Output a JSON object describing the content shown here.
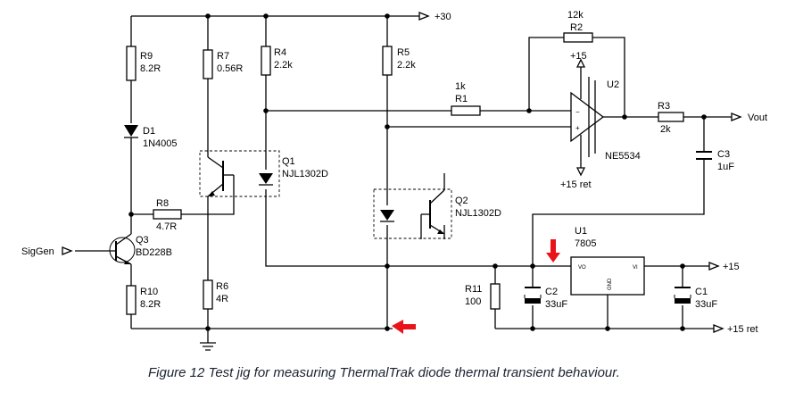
{
  "caption": "Figure 12  Test jig for measuring ThermalTrak diode thermal transient behaviour.",
  "nets": {
    "plus30": "+30",
    "plus15_amp": "+15",
    "ret15_amp": "+15 ret",
    "plus15_out": "+15",
    "ret15_out": "+15 ret",
    "vout": "Vout",
    "siggen": "SigGen"
  },
  "components": {
    "R9": {
      "ref": "R9",
      "value": "8.2R"
    },
    "R7": {
      "ref": "R7",
      "value": "0.56R"
    },
    "R4": {
      "ref": "R4",
      "value": "2.2k"
    },
    "R5": {
      "ref": "R5",
      "value": "2.2k"
    },
    "R1": {
      "ref": "R1",
      "value": "1k"
    },
    "R2": {
      "ref": "R2",
      "value": "12k"
    },
    "R3": {
      "ref": "R3",
      "value": "2k"
    },
    "R8": {
      "ref": "R8",
      "value": "4.7R"
    },
    "R6": {
      "ref": "R6",
      "value": "4R"
    },
    "R10": {
      "ref": "R10",
      "value": "8.2R"
    },
    "R11": {
      "ref": "R11",
      "value": "100"
    },
    "D1": {
      "ref": "D1",
      "value": "1N4005"
    },
    "Q1": {
      "ref": "Q1",
      "value": "NJL1302D"
    },
    "Q2": {
      "ref": "Q2",
      "value": "NJL1302D"
    },
    "Q3": {
      "ref": "Q3",
      "value": "BD228B"
    },
    "U2": {
      "ref": "U2",
      "value": "NE5534"
    },
    "U1": {
      "ref": "U1",
      "value": "7805"
    },
    "C1": {
      "ref": "C1",
      "value": "33uF"
    },
    "C2": {
      "ref": "C2",
      "value": "33uF"
    },
    "C3": {
      "ref": "C3",
      "value": "1uF"
    }
  },
  "pins": {
    "vo": "VO",
    "vi": "VI",
    "gnd": "GND",
    "minus": "−",
    "plus": "+"
  }
}
